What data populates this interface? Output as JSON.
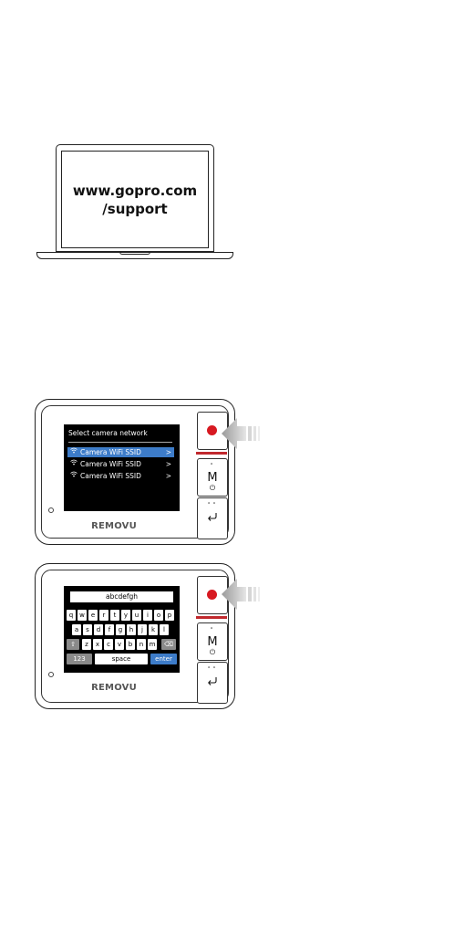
{
  "laptop": {
    "url_line1": "www.gopro.com",
    "url_line2": "/support"
  },
  "remote": {
    "brand": "REMOVU",
    "mode_label": "M",
    "power_icon": "power-icon",
    "back_icon": "back-arrow-icon",
    "record_color": "#d71921",
    "accent_color": "#c0282d"
  },
  "screen_network": {
    "title": "Select camera network",
    "networks": [
      {
        "label": "Camera WiFi SSID",
        "chevron": ">",
        "selected": true
      },
      {
        "label": "Camera WiFi SSID",
        "chevron": ">",
        "selected": false
      },
      {
        "label": "Camera WiFi SSID",
        "chevron": ">",
        "selected": false
      }
    ],
    "highlight_color": "#3d7cc9"
  },
  "screen_keyboard": {
    "input_value": "abcdefgh",
    "row1": [
      "q",
      "w",
      "e",
      "r",
      "t",
      "y",
      "u",
      "i",
      "o",
      "p"
    ],
    "row2": [
      "a",
      "s",
      "d",
      "f",
      "g",
      "h",
      "j",
      "k",
      "l"
    ],
    "row3": [
      "z",
      "x",
      "c",
      "v",
      "b",
      "n",
      "m"
    ],
    "shift_icon": "shift-icon",
    "backspace_icon": "backspace-icon",
    "numbers_label": "123",
    "space_label": "space",
    "enter_label": "enter"
  }
}
